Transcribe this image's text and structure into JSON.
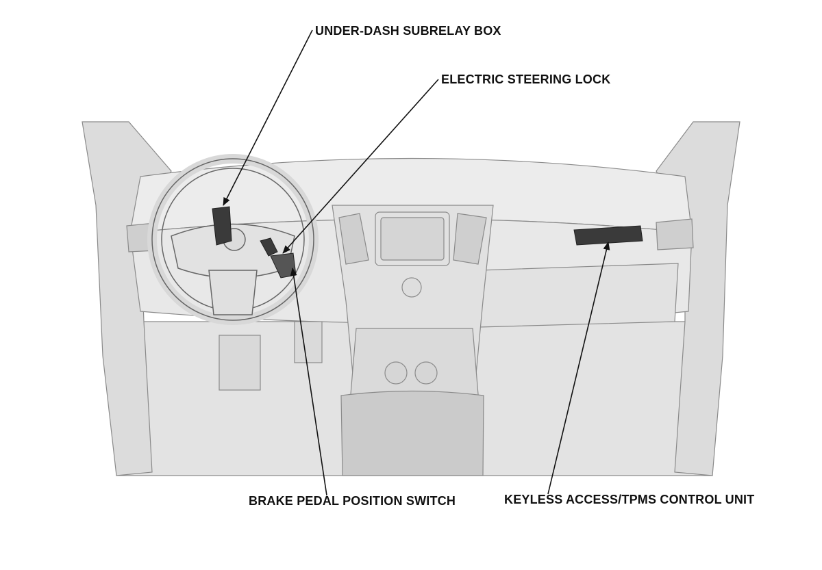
{
  "callouts": {
    "under_dash_subrelay_box": "UNDER-DASH SUBRELAY BOX",
    "electric_steering_lock": "ELECTRIC STEERING LOCK",
    "brake_pedal_position_switch": "BRAKE PEDAL POSITION SWITCH",
    "keyless_access_tpms_control_unit": "KEYLESS ACCESS/TPMS CONTROL UNIT"
  },
  "colors": {
    "body_fill": "#e6e6e6",
    "body_shade": "#d2d2d2",
    "outline": "#555555",
    "component": "#3a3a3a",
    "leader": "#111111"
  }
}
